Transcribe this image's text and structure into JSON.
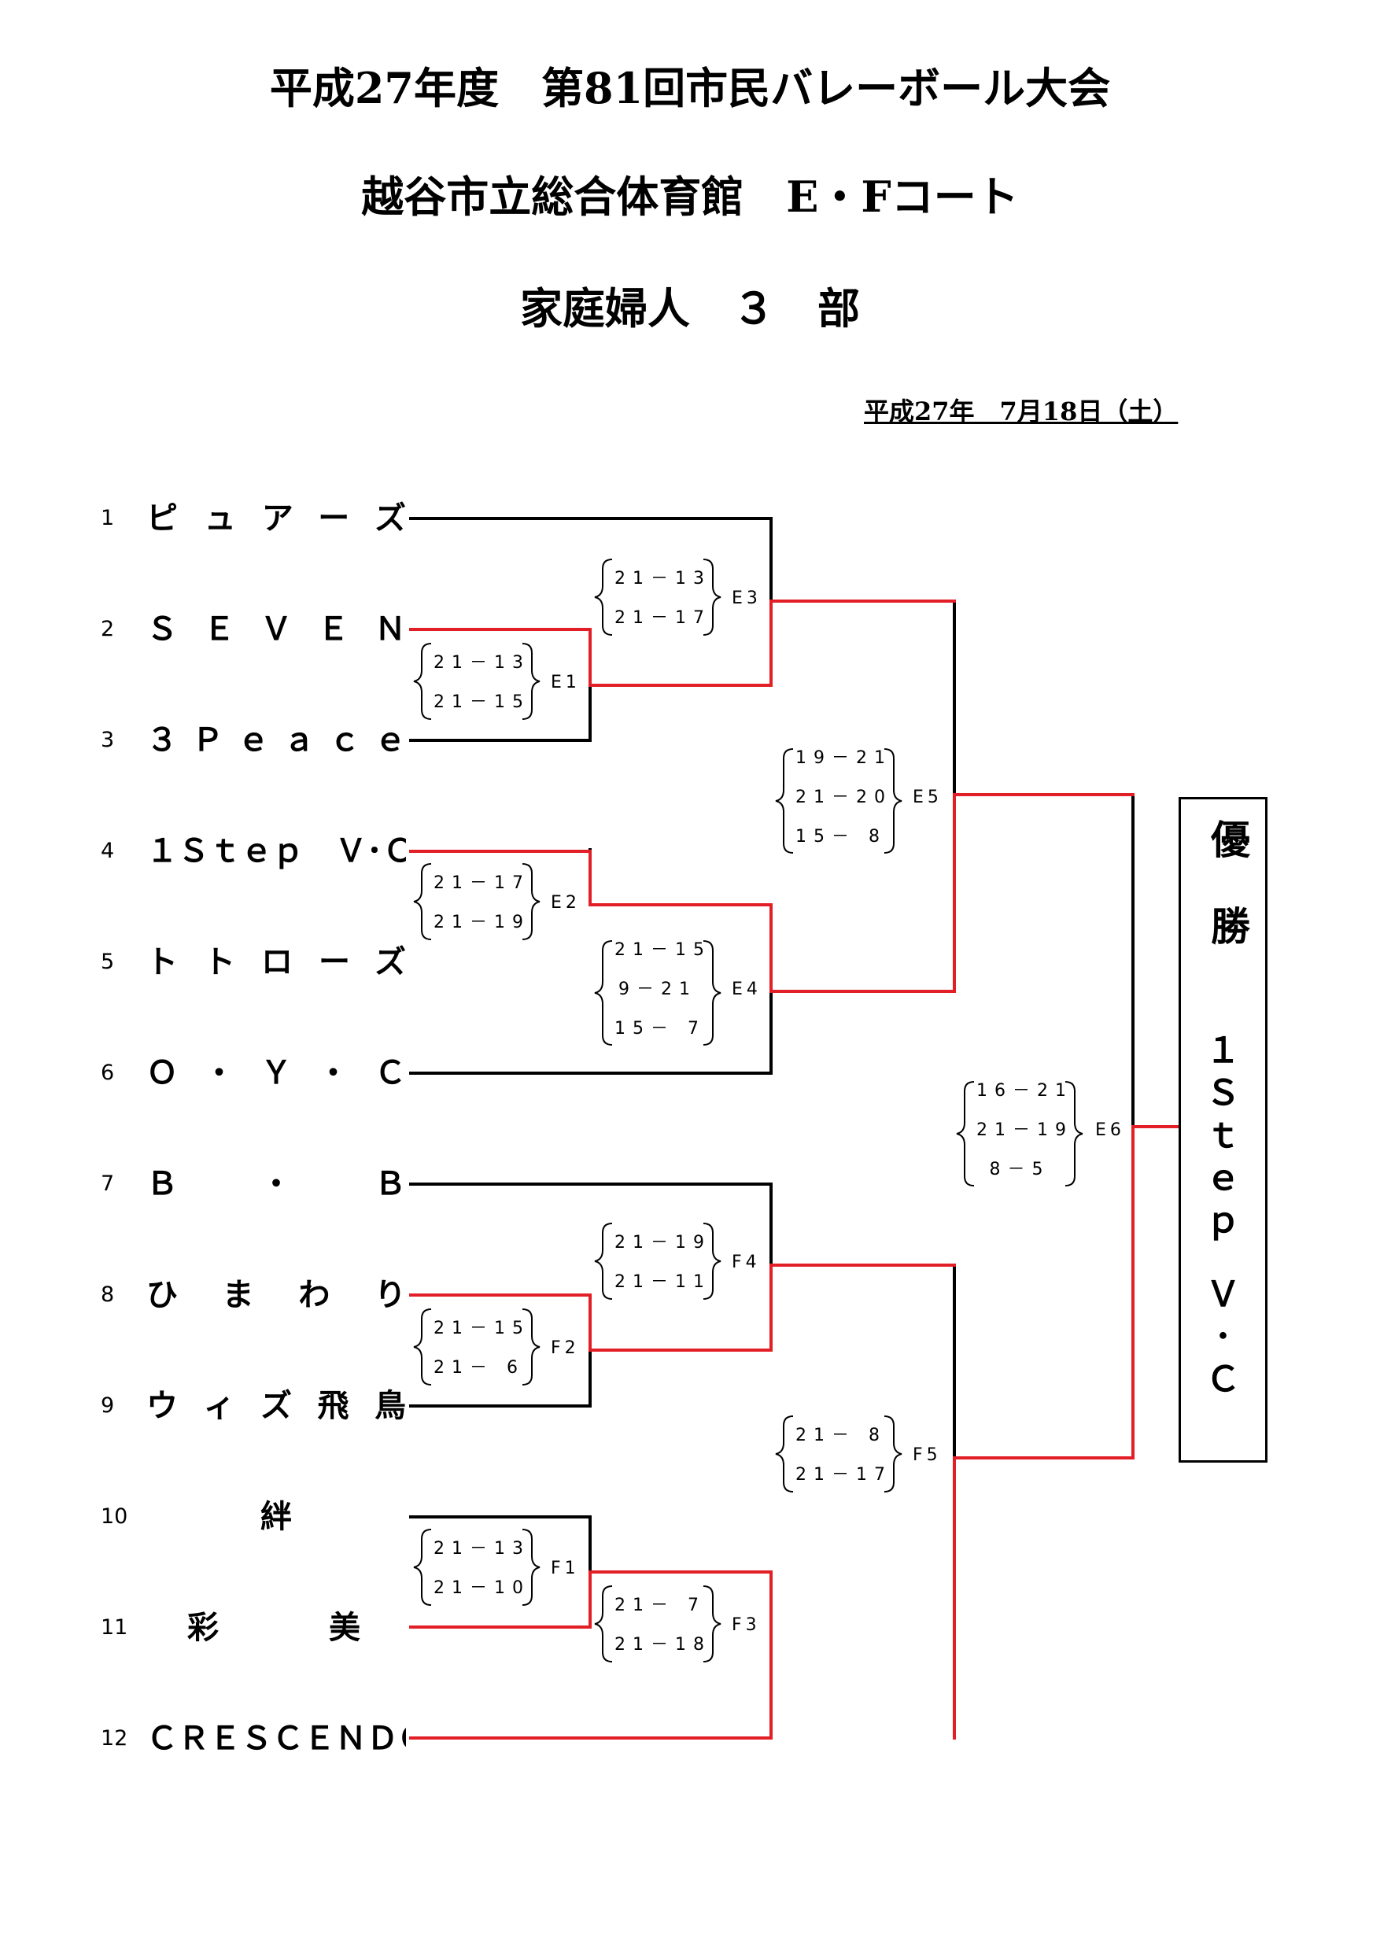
{
  "header": {
    "title": "平成27年度　第81回市民バレーボール大会",
    "venue": "越谷市立総合体育館　E・Fコート",
    "division": "家庭婦人　３　部",
    "date": "平成27年　7月18日（土）"
  },
  "teams": [
    {
      "seed": "1",
      "name": "ピュアーズ"
    },
    {
      "seed": "2",
      "name": "ＳＥＶＥＮ"
    },
    {
      "seed": "3",
      "name": "３Ｐｅａｃｅ"
    },
    {
      "seed": "4",
      "name": "１Ｓｔｅｐ　Ｖ･Ｃ"
    },
    {
      "seed": "5",
      "name": "トトローズ"
    },
    {
      "seed": "6",
      "name": "Ｏ・Ｙ・Ｃ"
    },
    {
      "seed": "7",
      "name": "Ｂ・Ｂ"
    },
    {
      "seed": "8",
      "name": "ひまわり"
    },
    {
      "seed": "9",
      "name": "ウィズ飛鳥"
    },
    {
      "seed": "10",
      "name": "絆"
    },
    {
      "seed": "11",
      "name": "彩美"
    },
    {
      "seed": "12",
      "name": "ＣＲＥＳＣＥＮＤＯ"
    }
  ],
  "matches": [
    {
      "id": "E1",
      "sets": [
        "21－13",
        "21－15"
      ]
    },
    {
      "id": "E2",
      "sets": [
        "21－17",
        "21－19"
      ]
    },
    {
      "id": "E3",
      "sets": [
        "21－13",
        "21－17"
      ]
    },
    {
      "id": "E4",
      "sets": [
        "21－15",
        "9－21",
        "15－ 7"
      ]
    },
    {
      "id": "E5",
      "sets": [
        "19－21",
        "21－20",
        "15－ 8"
      ]
    },
    {
      "id": "E6",
      "sets": [
        "16－21",
        "21－19",
        "8－5"
      ]
    },
    {
      "id": "F1",
      "sets": [
        "21－13",
        "21－10"
      ]
    },
    {
      "id": "F2",
      "sets": [
        "21－15",
        "21－ 6"
      ]
    },
    {
      "id": "F3",
      "sets": [
        "21－ 7",
        "21－18"
      ]
    },
    {
      "id": "F4",
      "sets": [
        "21－19",
        "21－11"
      ]
    },
    {
      "id": "F5",
      "sets": [
        "21－ 8",
        "21－17"
      ]
    }
  ],
  "champion": {
    "label": "優勝",
    "name_lines": [
      "１",
      "Ｓ",
      "ｔ",
      "ｅ",
      "ｐ",
      "",
      "Ｖ",
      "･",
      "Ｃ"
    ]
  },
  "colors": {
    "winner_line": "#e21f26",
    "line": "#000000"
  }
}
